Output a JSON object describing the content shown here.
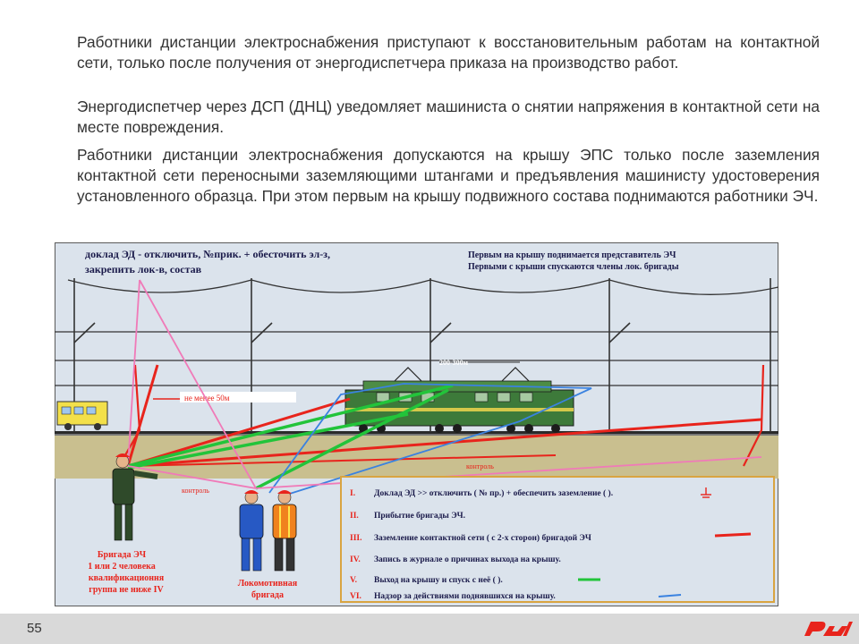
{
  "text": {
    "p1": "Работники дистанции электроснабжения приступают к восстановительным работам на контактной сети, только после получения от энергодиспетчера приказа на производство работ.",
    "p2": "Энергодиспетчер через ДСП (ДНЦ) уведомляет машиниста о снятии напряжения в контактной сети на месте повреждения.",
    "p3": "Работники дистанции электроснабжения допускаются на крышу ЭПС только после заземления контактной сети переносными заземляющими штангами и предъявления машинисту удостоверения установленного образца. При этом первым на крышу подвижного состава поднимаются работники ЭЧ."
  },
  "diagram": {
    "top_left_1": "доклад ЭД - отключить, №прик. + обесточить эл-з,",
    "top_left_2": "закрепить лок-в, состав",
    "top_right_1": "Первым на крышу поднимается представитель ЭЧ",
    "top_right_2": "Первыми с крыши спускаются члены лок. бригады",
    "distance_label": "не менее 50м",
    "span_label": "200-300м",
    "control_1": "контроль",
    "control_2": "контроль",
    "brigade_ech_1": "Бригада ЭЧ",
    "brigade_ech_2": "1 или 2 человека",
    "brigade_ech_3": "квалификационня",
    "brigade_ech_4": "группа не ниже IV",
    "loco_brigade_1": "Локомотивная",
    "loco_brigade_2": "бригада",
    "steps": [
      {
        "num": "I.",
        "text": "Доклад ЭД >> отключить ( № пр.) + обеспечить заземление (  )."
      },
      {
        "num": "II.",
        "text": "Прибытие бригады ЭЧ."
      },
      {
        "num": "III.",
        "text": "Заземление контактной сети ( с 2-х сторон) бригадой ЭЧ"
      },
      {
        "num": "IV.",
        "text": "Запись в журнале о причинах выхода на крышу."
      },
      {
        "num": "V.",
        "text": "Выход на крышу и спуск с неё (       )."
      },
      {
        "num": "VI.",
        "text": "Надзор за действиями поднявшихся на крышу."
      }
    ]
  },
  "footer": {
    "page_number": "55"
  },
  "colors": {
    "red": "#e8241c",
    "green": "#22c43a",
    "blue": "#3a82e0",
    "pink": "#f07ab8",
    "legend_border": "#d9a441"
  }
}
